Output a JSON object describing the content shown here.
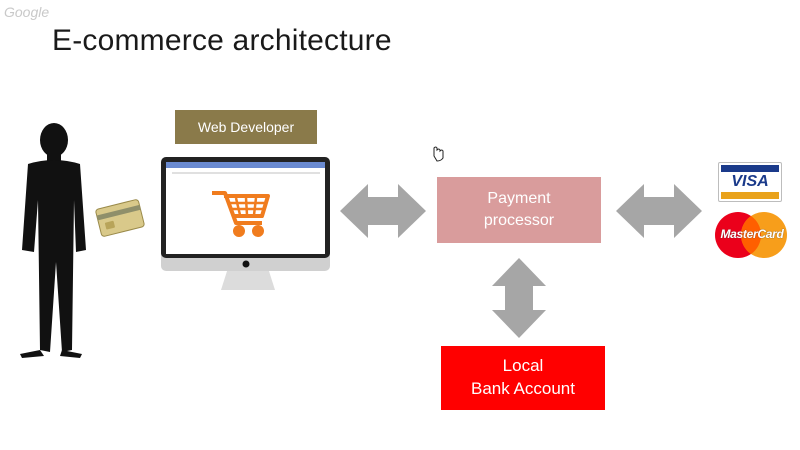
{
  "slide": {
    "watermark": "Google",
    "title": "E-commerce architecture"
  },
  "nodes": {
    "web_developer": {
      "label": "Web Developer",
      "color": "#8a7a4a"
    },
    "payment_processor": {
      "line1": "Payment",
      "line2": "processor",
      "color": "#d99c9c"
    },
    "local_bank": {
      "line1": "Local",
      "line2": "Bank Account",
      "color": "#ff0000"
    }
  },
  "logos": {
    "visa": "VISA",
    "mastercard": "MasterCard"
  },
  "colors": {
    "arrow": "#a6a6a6",
    "cart": "#f07c1e",
    "silhouette": "#111111"
  },
  "icons": [
    "person-silhouette-icon",
    "credit-card-icon",
    "monitor-icon",
    "shopping-cart-icon",
    "cursor-hand-icon"
  ]
}
